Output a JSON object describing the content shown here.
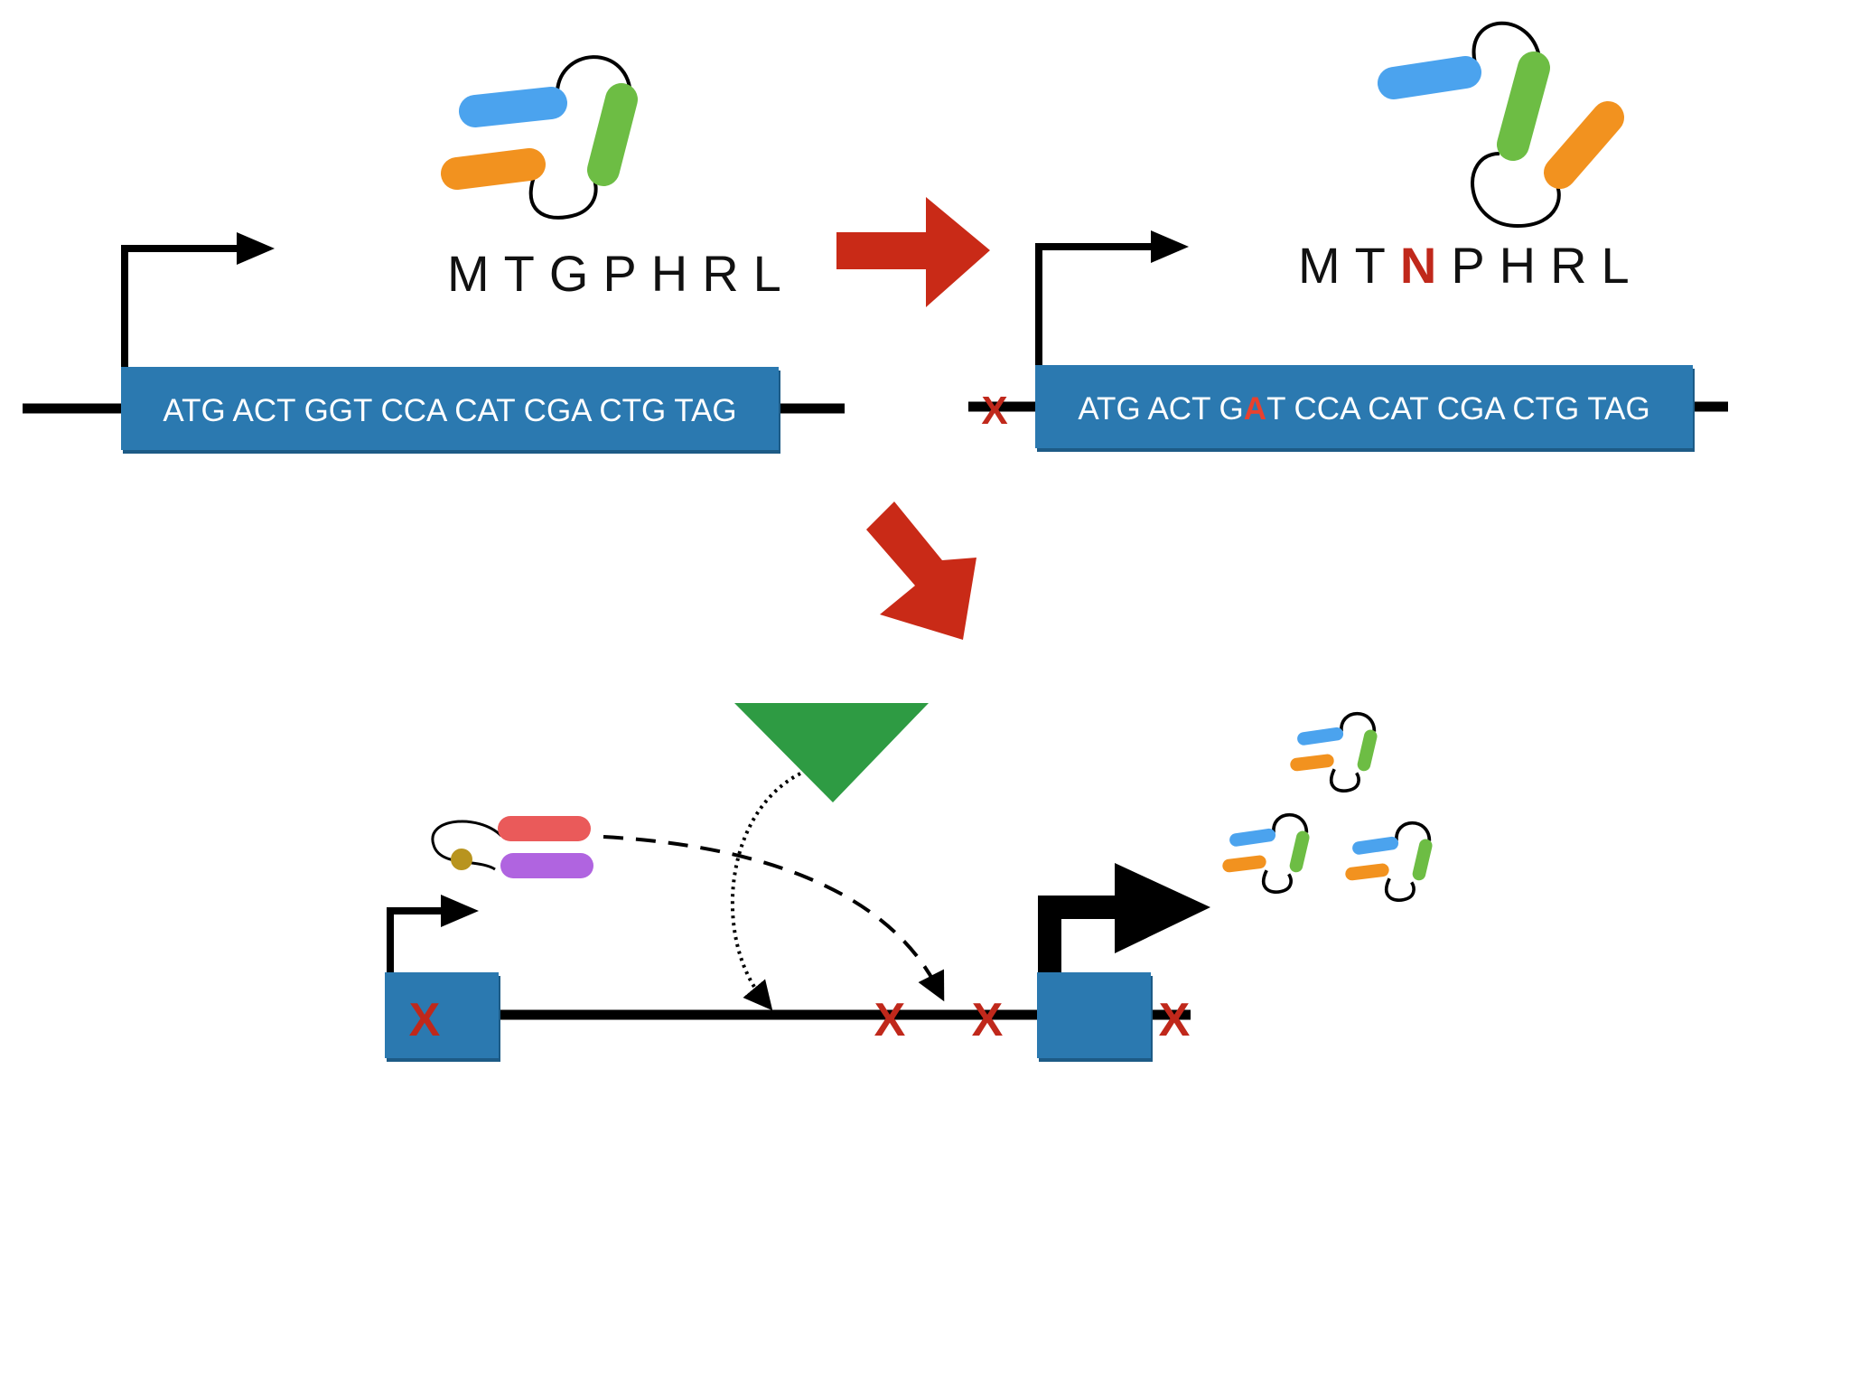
{
  "colors": {
    "exon": "#2b79b0",
    "exon_shadow": "#1d5b86",
    "line": "#000000",
    "red_arrow": "#c92a17",
    "mutation": "#c0281b",
    "mutation_base": "#e8412e",
    "green_triangle": "#2e9b43",
    "helix_blue": "#4ba3ee",
    "helix_green": "#6dbd44",
    "helix_orange": "#f2921f",
    "factor_red": "#ea5a5a",
    "factor_purple": "#b064e0",
    "factor_dot": "#b8941f"
  },
  "gene_wildtype": {
    "sequence": "ATG ACT GGT CCA CAT CGA CTG TAG",
    "protein": "MTGPHRL"
  },
  "gene_mutant": {
    "sequence_before": "ATG ACT G",
    "sequence_mutated_base": "A",
    "sequence_after": "T CCA CAT CGA CTG TAG",
    "protein_before": "MT",
    "protein_mutated_residue": "N",
    "protein_after": "PHRL",
    "mutation_mark": "X"
  },
  "regulatory": {
    "marks": [
      "X",
      "X",
      "X",
      "X"
    ]
  }
}
